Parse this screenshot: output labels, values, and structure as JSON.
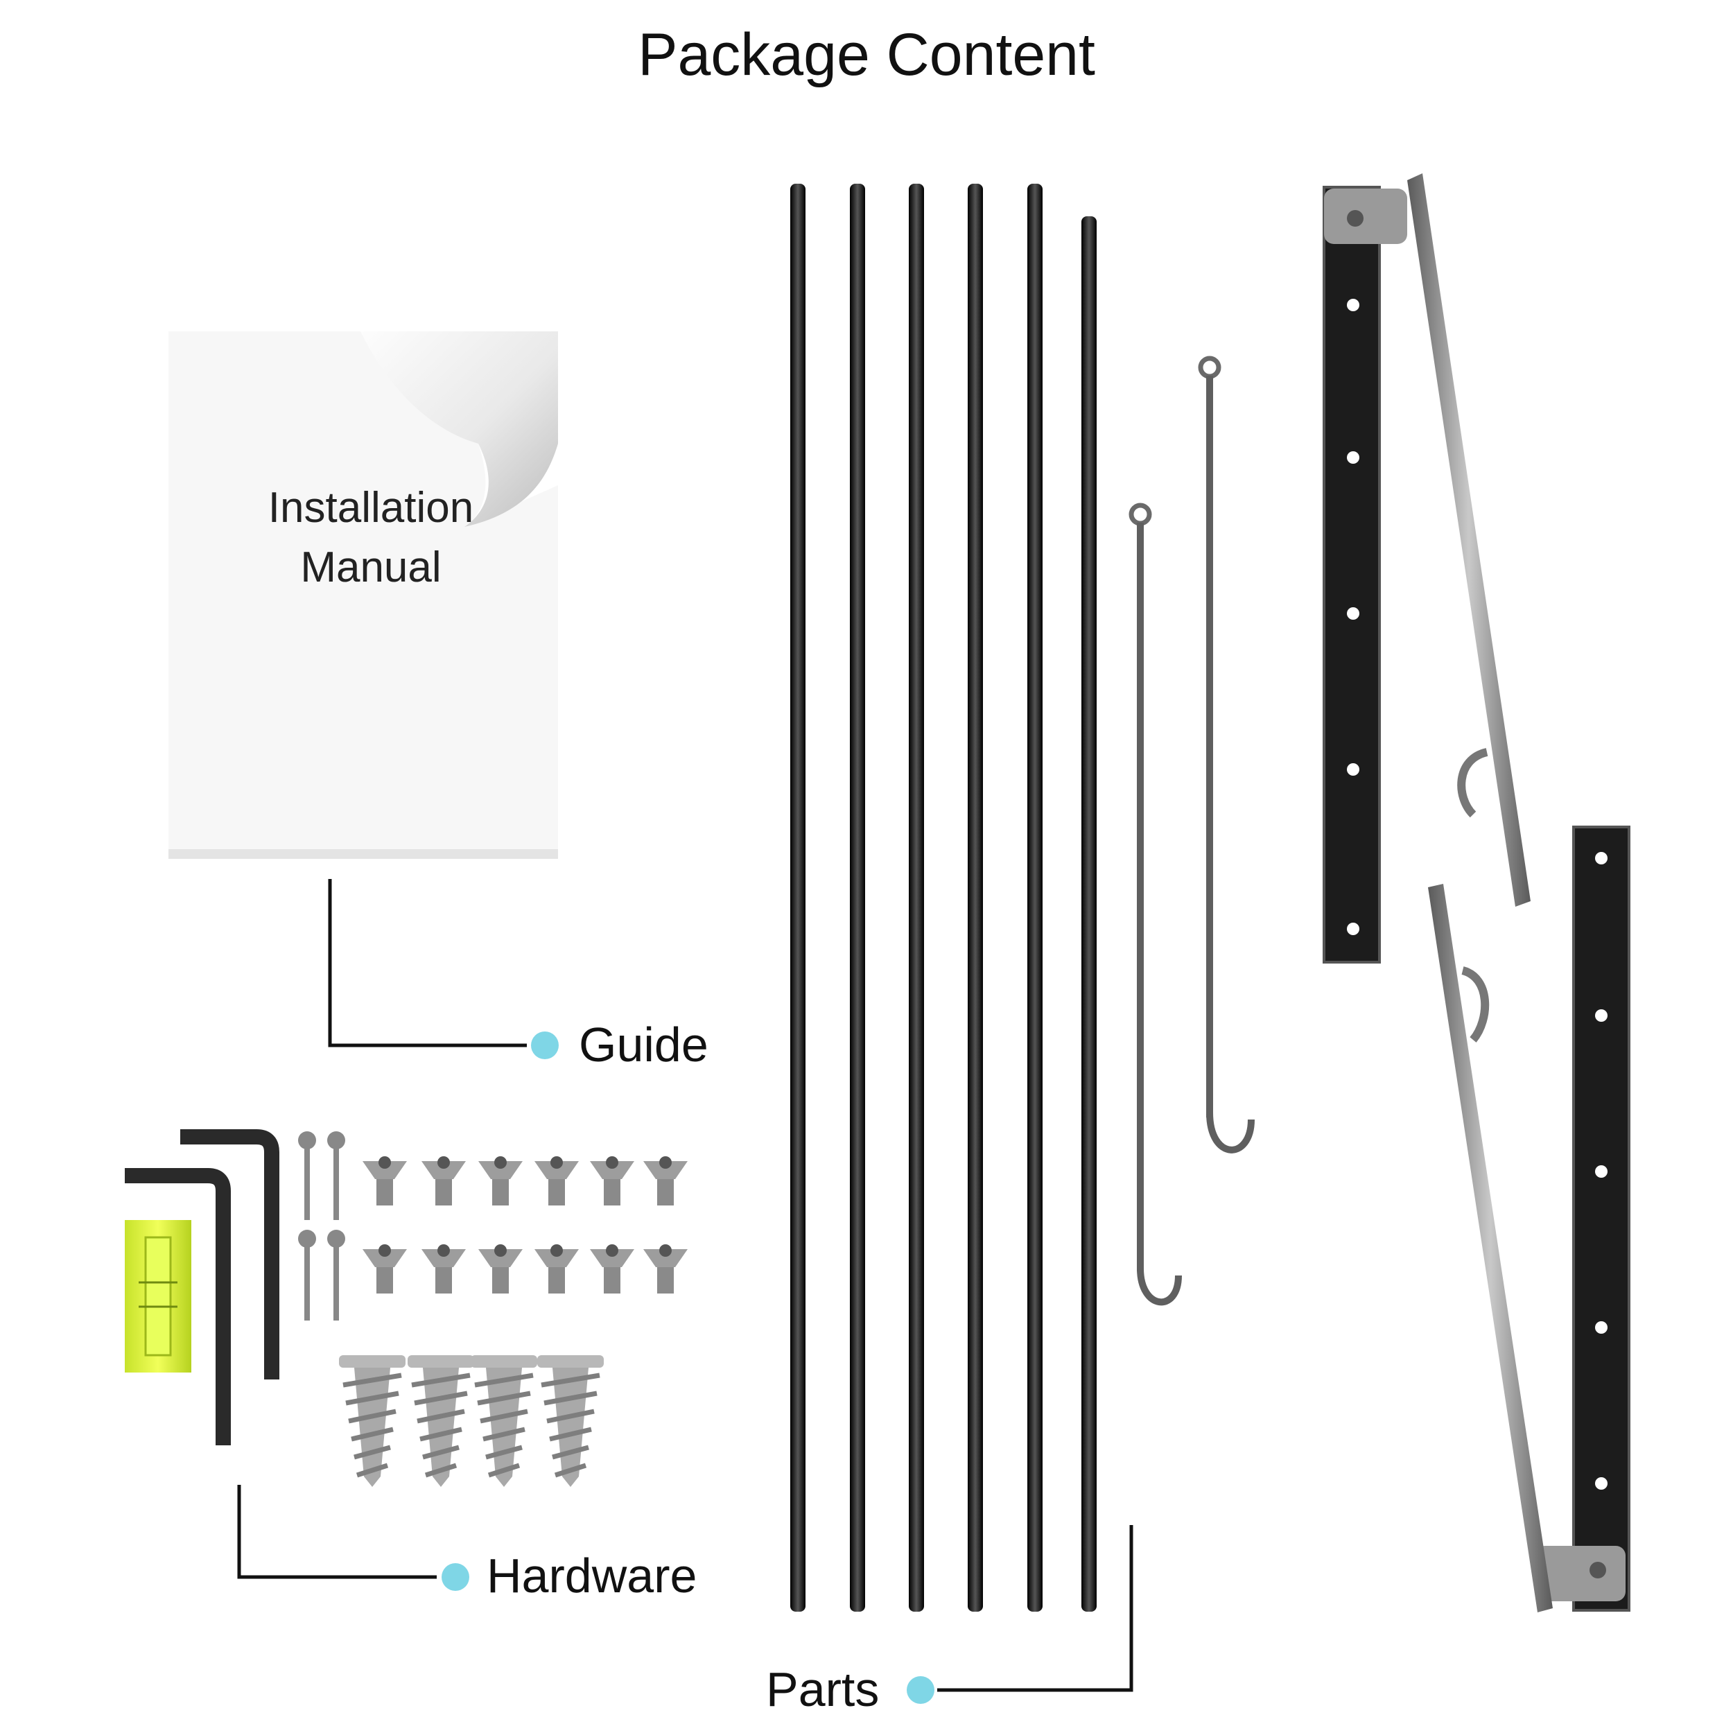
{
  "title": "Package Content",
  "manual": {
    "line1": "Installation",
    "line2": "Manual"
  },
  "labels": {
    "guide": "Guide",
    "hardware": "Hardware",
    "parts": "Parts"
  },
  "colors": {
    "dot": "#7fd6e6",
    "rod": "#1a1a1a",
    "steel": "#7c7c7c",
    "level_vial": "#d9f03a"
  },
  "icons": [
    "manual-icon",
    "rod-icon",
    "hook-rod-icon",
    "bracket-icon",
    "hex-key-icon",
    "wood-screw-icon",
    "bolt-icon",
    "drywall-anchor-icon",
    "bubble-level-icon"
  ]
}
